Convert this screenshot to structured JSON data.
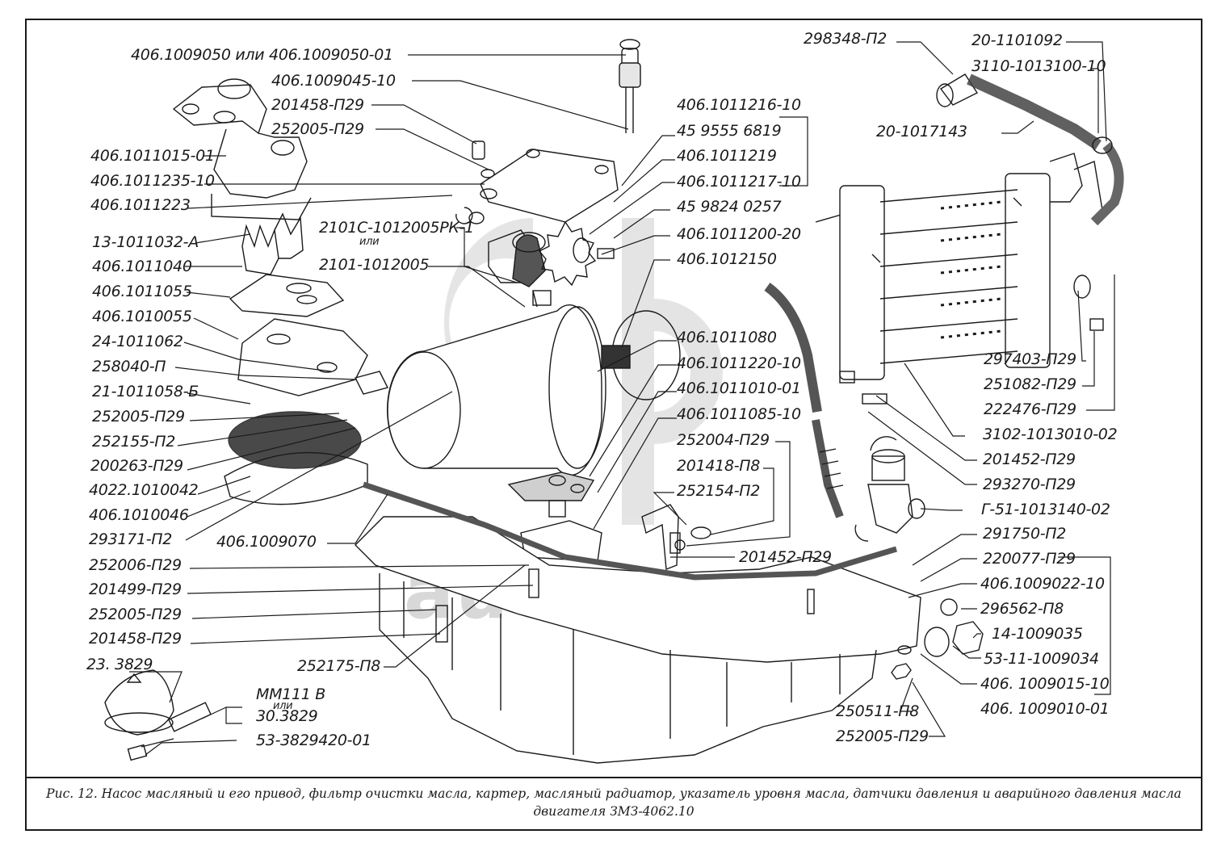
{
  "figure": {
    "caption_line1": "Рис. 12. Насос масляный и его привод, фильтр очистки масла, картер, масляный радиатор, указатель уровня масла, датчики давления и аварийного давления масла",
    "caption_line2": "двигателя ЗМЗ-4062.10",
    "watermark": "auto-parts"
  },
  "labels": {
    "l01": "406.1009050 или 406.1009050-01",
    "l02": "406.1009045-10",
    "l03": "201458-П29",
    "l04": "252005-П29",
    "l05": "406.1011015-01",
    "l06": "406.1011235-10",
    "l07": "406.1011223",
    "l08": "13-1011032-А",
    "l09": "406.1011040",
    "l10": "406.1011055",
    "l11": "406.1010055",
    "l12": "24-1011062",
    "l13": "258040-П",
    "l14": "21-1011058-Б",
    "l15": "252005-П29",
    "l16": "252155-П2",
    "l17": "200263-П29",
    "l18": "4022.1010042",
    "l19": "406.1010046",
    "l20": "293171-П2",
    "l21": "406.1009070",
    "l22": "252006-П29",
    "l23": "201499-П29",
    "l24": "252005-П29",
    "l25": "201458-П29",
    "l26": "23. 3829",
    "l27a": "ММ111 В",
    "l27or": "или",
    "l27b": "30.3829",
    "l28": "53-3829420-01",
    "l29": "252175-П8",
    "l30a": "2101С-1012005РК-1",
    "l30or": "или",
    "l30b": "2101-1012005",
    "l31": "406.1011216-10",
    "l32": "45 9555 6819",
    "l33": "406.1011219",
    "l34": "406.1011217-10",
    "l35": "45 9824 0257",
    "l36": "406.1011200-20",
    "l37": "406.1012150",
    "l38": "406.1011080",
    "l39": "406.1011220-10",
    "l40": "406.1011010-01",
    "l41": "406.1011085-10",
    "l42": "252004-П29",
    "l43": "201418-П8",
    "l44": "252154-П2",
    "l45": "201452-П29",
    "l46": "298348-П2",
    "l47": "20-1101092",
    "l48": "3110-1013100-10",
    "l49": "20-1017143",
    "l50": "297403-П29",
    "l51": "251082-П29",
    "l52": "222476-П29",
    "l53": "3102-1013010-02",
    "l54": "201452-П29",
    "l55": "293270-П29",
    "l56": "Г-51-1013140-02",
    "l57": "291750-П2",
    "l58": "220077-П29",
    "l59": "406.1009022-10",
    "l60": "296562-П8",
    "l61": "14-1009035",
    "l62": "53-11-1009034",
    "l63": "406. 1009015-10",
    "l64": "406. 1009010-01",
    "l65": "250511-П8",
    "l66": "252005-П29"
  }
}
